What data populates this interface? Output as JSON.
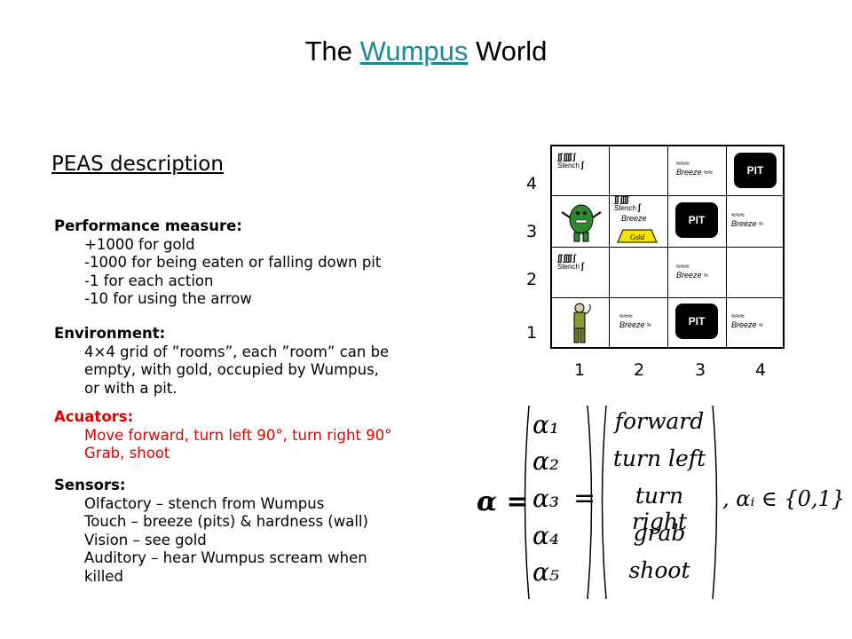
{
  "title": {
    "prefix": "The ",
    "link": "Wumpus",
    "suffix": " World"
  },
  "heading": "PEAS description",
  "performance": {
    "label": "Performance measure:",
    "items": [
      "+1000 for gold",
      "-1000 for being eaten or falling down pit",
      "-1 for each action",
      "-10 for using the arrow"
    ]
  },
  "environment": {
    "label": "Environment:",
    "lines": [
      "4×4 grid of ”rooms”, each ”room” can be",
      "empty, with gold, occupied by Wumpus,",
      "or with a pit."
    ]
  },
  "actuators": {
    "label": "Acuators:",
    "lines": [
      "Move forward, turn left 90°, turn right 90°",
      "Grab, shoot"
    ]
  },
  "sensors": {
    "label": "Sensors:",
    "lines": [
      "Olfactory – stench from Wumpus",
      "Touch – breeze (pits) & hardness (wall)",
      "Vision – see gold",
      "Auditory – hear Wumpus scream when",
      "killed"
    ]
  },
  "grid": {
    "row_labels": [
      "4",
      "3",
      "2",
      "1"
    ],
    "col_labels": [
      "1",
      "2",
      "3",
      "4"
    ],
    "pit_label": "PIT",
    "breeze_label": "Breeze",
    "stench_label": "Stench",
    "gold_label": "Gold"
  },
  "equation": {
    "lhs": "α =",
    "alphas": [
      "α₁",
      "α₂",
      "α₃",
      "α₄",
      "α₅"
    ],
    "actions": [
      "forward",
      "turn left",
      "turn right",
      "grab",
      "shoot"
    ],
    "constraint": ", αᵢ ∈ {0,1}"
  }
}
